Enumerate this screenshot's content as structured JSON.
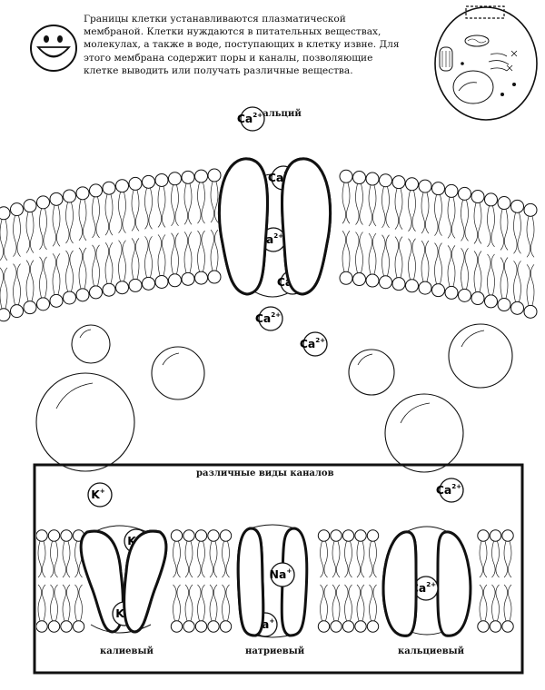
{
  "intro_text": "Границы клетки устанавливаются плазматической мембраной. Клетки нуждаются в питательных веществах, молекулах, а также в воде, поступающих в клетку извне. Для этого мембрана содержит поры и каналы, позволяющие клетке выводить или получать различные вещества.",
  "top_diagram": {
    "calcium_label": "кальций",
    "ion_symbol": "Ca",
    "ion_charge": "2+"
  },
  "channels_panel": {
    "title": "различные виды каналов",
    "potassium": {
      "label": "калиевый",
      "ion_symbol": "K",
      "ion_charge": "+"
    },
    "sodium": {
      "label": "натриевый",
      "ion_symbol": "Na",
      "ion_charge": "+"
    },
    "calcium": {
      "label": "кальциевый",
      "ion_symbol": "Ca",
      "ion_charge": "2+"
    }
  },
  "icons": [
    "smiley-face-icon",
    "cell-overview-icon"
  ]
}
